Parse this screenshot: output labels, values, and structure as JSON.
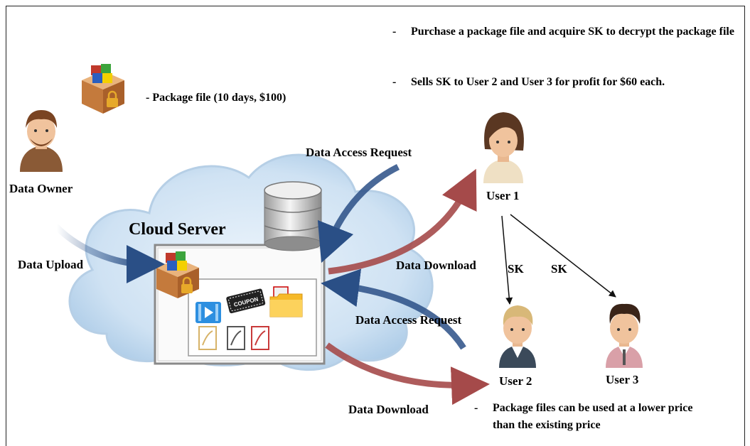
{
  "labels": {
    "data_owner": "Data Owner",
    "cloud_server": "Cloud Server",
    "data_upload": "Data Upload",
    "data_access_request_top": "Data Access Request",
    "data_access_request_bottom": "Data Access Request",
    "data_download_top": "Data Download",
    "data_download_bottom": "Data Download",
    "user1": "User 1",
    "user2": "User 2",
    "user3": "User 3",
    "sk_left": "SK",
    "sk_right": "SK",
    "coupon": "COUPON"
  },
  "notes": {
    "dash": "-",
    "purchase": "Purchase a package file and acquire SK to decrypt the package file",
    "sells": "Sells SK to User 2 and User 3 for profit for $60 each.",
    "package": "- Package file (10 days, $100)",
    "lower_price": "Package files can be used at a lower price than the existing price"
  },
  "colors": {
    "blue_arrow": "#2a4f86",
    "red_arrow": "#a54a4a",
    "cloud": "#bcd7ef",
    "box_red": "#c0392b",
    "box_green": "#3ca43c",
    "box_yellow": "#f4d000",
    "box_blue": "#2a5fbf",
    "lock": "#e7a92a"
  }
}
